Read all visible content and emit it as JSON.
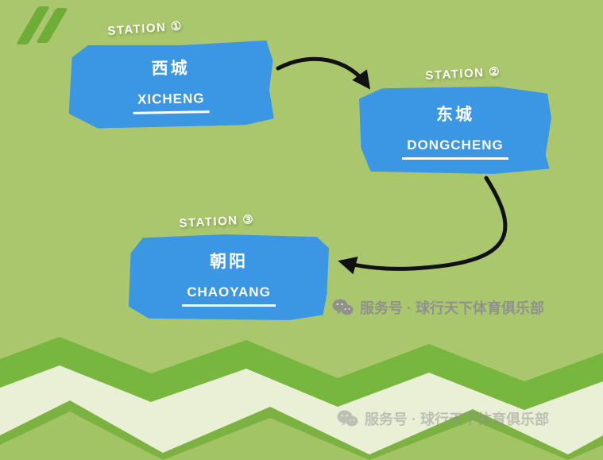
{
  "stations": [
    {
      "label": "STATION ①",
      "name_cn": "西城",
      "name_en": "XICHENG"
    },
    {
      "label": "STATION ②",
      "name_cn": "东城",
      "name_en": "DONGCHENG"
    },
    {
      "label": "STATION ③",
      "name_cn": "朝阳",
      "name_en": "CHAOYANG"
    }
  ],
  "watermarks": [
    {
      "text": "服务号 · 球行天下体育俱乐部"
    },
    {
      "text": "服务号 · 球行天下体育俱乐部"
    }
  ],
  "colors": {
    "background": "#abc76e",
    "station_box_blue": "#3b97e3",
    "band_green": "#77b73e",
    "pale_green": "#eaf0d6",
    "bottom_zigzag_dark": "#7cb242",
    "bottom_zigzag_light": "#a3c464",
    "quote_green": "#6ead38",
    "arrow_black": "#111111",
    "watermark_gray": "#8f8f8f"
  }
}
